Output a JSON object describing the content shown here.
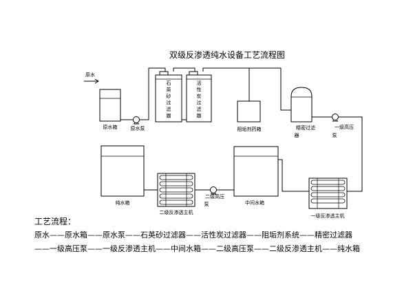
{
  "title": "双级反渗透纯水设备工艺流程图",
  "labels": {
    "raw_water_in": "原水",
    "raw_tank": "原水箱",
    "raw_pump": "原水泵",
    "quartz_filter": "石英砂过滤器",
    "carbon_filter": "活性炭过滤器",
    "scale_tank": "阻垢剂药箱",
    "precision_filter": "精密过滤器",
    "hp_pump_1": "一级高压泵",
    "ro_1": "一级反渗透主机",
    "middle_tank": "中间水箱",
    "hp_pump_2": "二级高压泵",
    "ro_2": "二级反渗透主机",
    "pure_tank": "纯水箱"
  },
  "process": {
    "heading": "工艺流程：",
    "line1": "原水——原水箱——原水泵——石英砂过滤器——活性炭过滤器——阻垢剂系统——精密过滤器",
    "line2": "——一级高压泵——一级反渗透主机——中间水箱——二级高压泵——二级反渗透主机——纯水箱"
  }
}
